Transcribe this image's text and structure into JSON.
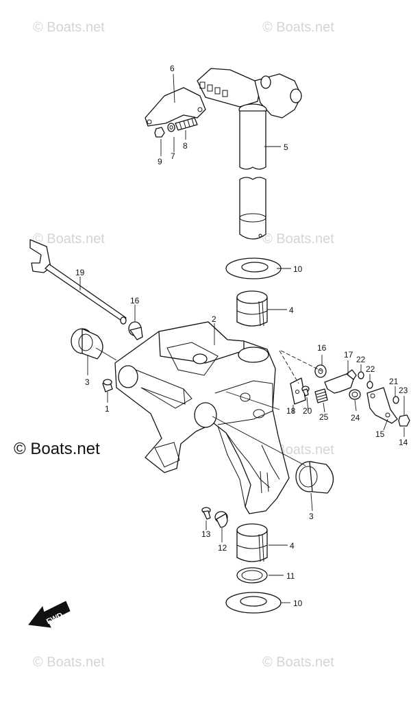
{
  "watermark": "© Boats.net",
  "copyright": "© Boats.net",
  "fwd_label": "FWD",
  "callouts": {
    "c1": "1",
    "c2": "2",
    "c3a": "3",
    "c3b": "3",
    "c4a": "4",
    "c4b": "4",
    "c5": "5",
    "c6": "6",
    "c7": "7",
    "c8": "8",
    "c9": "9",
    "c10a": "10",
    "c10b": "10",
    "c11": "11",
    "c12": "12",
    "c13": "13",
    "c14": "14",
    "c15": "15",
    "c16a": "16",
    "c16b": "16",
    "c17": "17",
    "c18": "18",
    "c19": "19",
    "c20": "20",
    "c21": "21",
    "c22a": "22",
    "c22b": "22",
    "c23": "23",
    "c24": "24",
    "c25": "25"
  }
}
